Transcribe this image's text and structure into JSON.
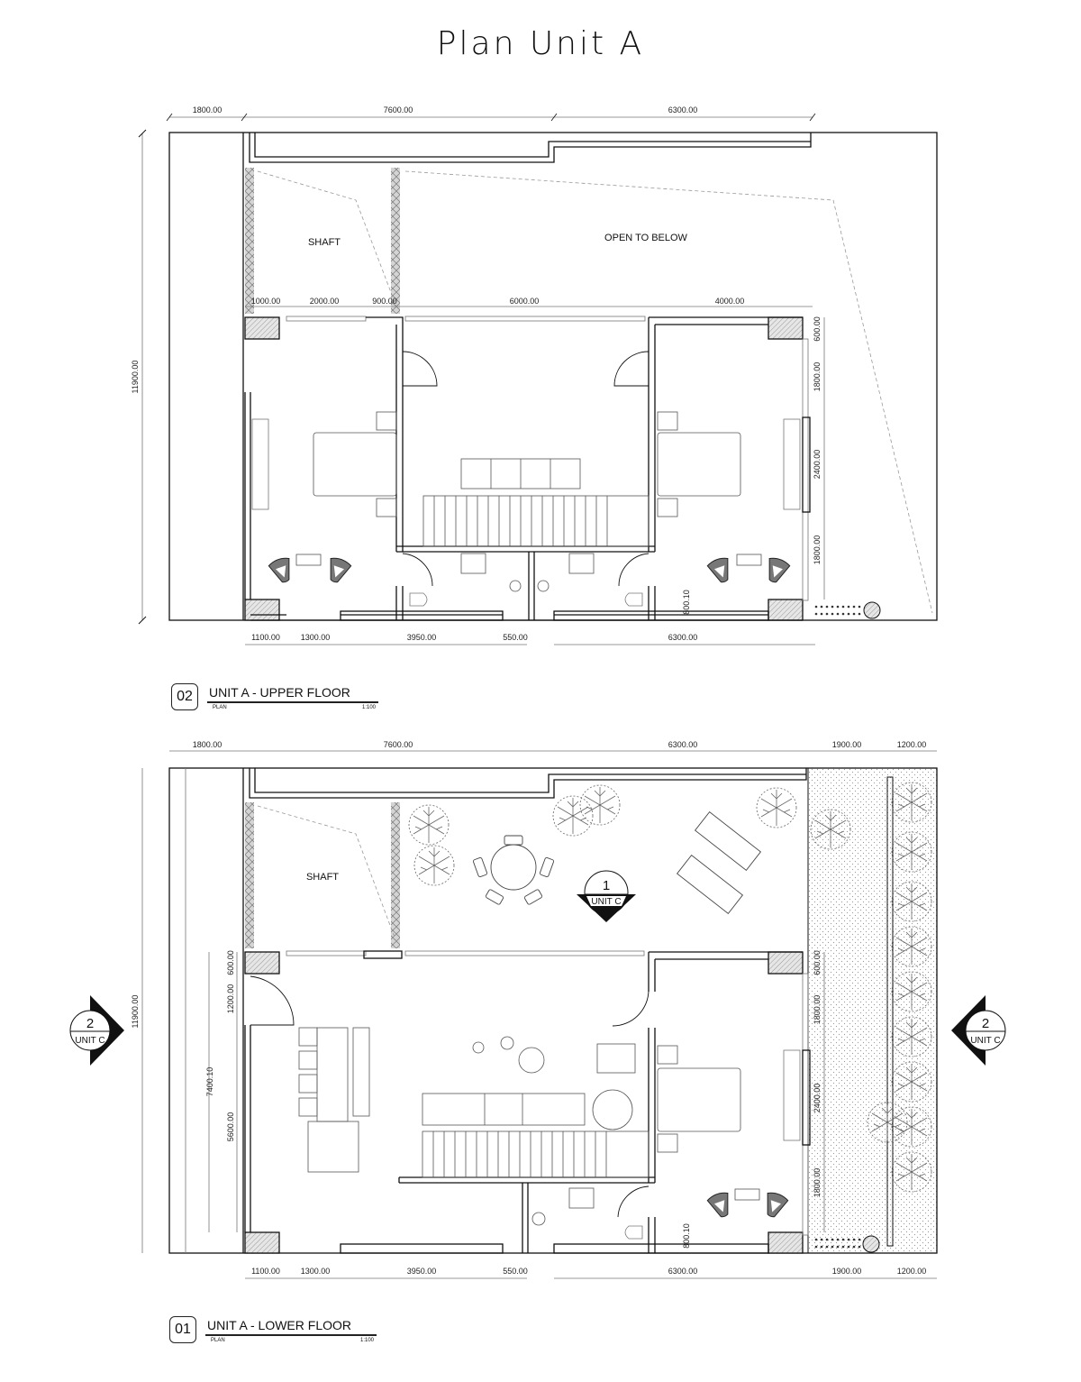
{
  "page": {
    "title": "Plan Unit A"
  },
  "upper_floor": {
    "caption": {
      "number": "02",
      "title": "UNIT A - UPPER FLOOR",
      "sub": "PLAN",
      "scale": "1:100"
    },
    "rooms": {
      "shaft": "SHAFT",
      "open_to_below": "OPEN TO BELOW"
    },
    "dims_top": [
      "1800.00",
      "7600.00",
      "6300.00"
    ],
    "dims_mid": [
      "1000.00",
      "2000.00",
      "900.00",
      "6000.00",
      "4000.00"
    ],
    "dims_bottom": [
      "1100.00",
      "1300.00",
      "3950.00",
      "550.00",
      "6300.00"
    ],
    "dims_right": [
      "600.00",
      "1800.00",
      "2400.00",
      "1800.00"
    ],
    "dim_left": "11900.00",
    "dim_small": "800.10"
  },
  "lower_floor": {
    "caption": {
      "number": "01",
      "title": "UNIT A - LOWER FLOOR",
      "sub": "PLAN",
      "scale": "1:100"
    },
    "rooms": {
      "shaft": "SHAFT"
    },
    "dims_top": [
      "1800.00",
      "7600.00",
      "6300.00",
      "1900.00",
      "1200.00"
    ],
    "dims_bottom": [
      "1100.00",
      "1300.00",
      "3950.00",
      "550.00",
      "6300.00",
      "1900.00",
      "1200.00"
    ],
    "dims_right": [
      "600.00",
      "1800.00",
      "2400.00",
      "1800.00"
    ],
    "dims_left_inner": [
      "600.00",
      "1200.00",
      "5600.00"
    ],
    "dim_left_mid": "7400.10",
    "dim_left": "11900.00",
    "dim_small": "800.10",
    "section_tags": [
      {
        "num": "1",
        "unit": "UNIT C"
      },
      {
        "num": "2",
        "unit": "UNIT C"
      },
      {
        "num": "2",
        "unit": "UNIT C"
      }
    ]
  },
  "colors": {
    "line": "#111111",
    "dim_line": "#777777",
    "hatch": "#b8b8b8",
    "hedge": "#8a8a8a",
    "paving_dot": "#9a9a9a"
  }
}
